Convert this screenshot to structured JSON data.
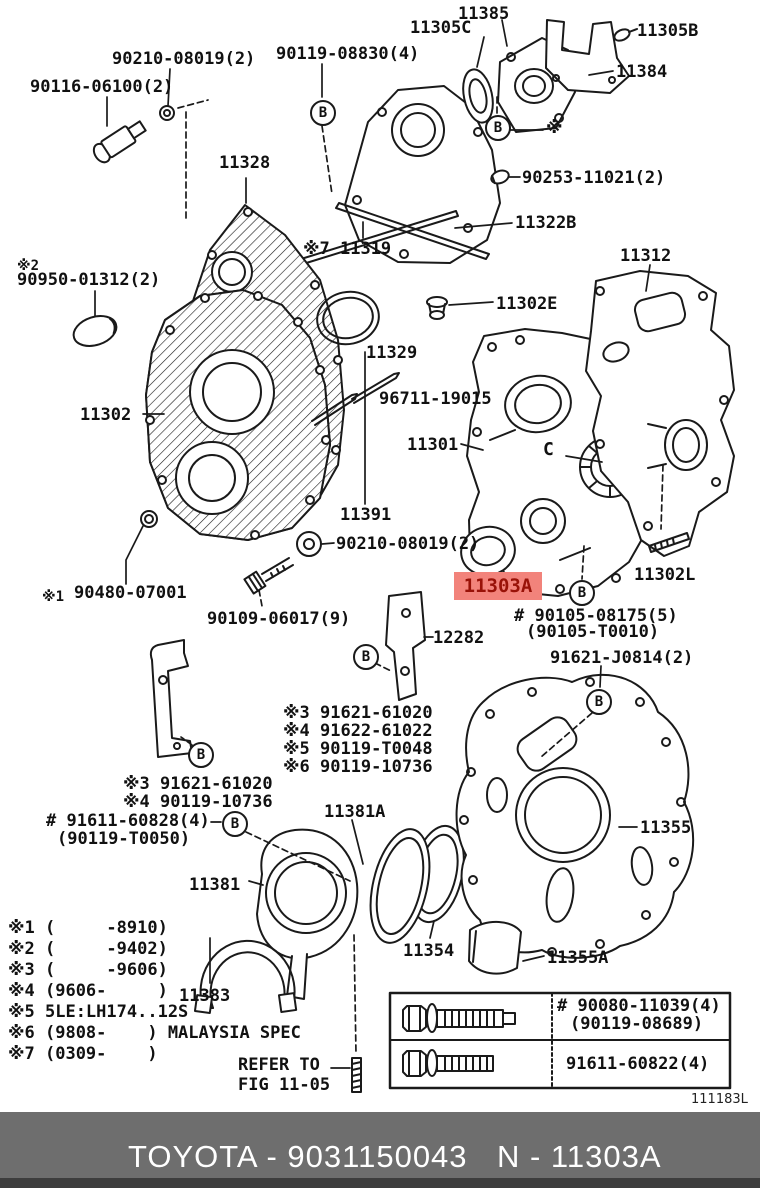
{
  "colors": {
    "highlight_bg": "#f2837b",
    "highlight_text": "#991208",
    "footer_bg": "#6e6e6e",
    "footer_strip": "#3d3d3d",
    "ink": "#1a1a1a"
  },
  "parts": {
    "bolt_90210_top": "90210-08019(2)",
    "bolt_90119_08830": "90119-08830(4)",
    "sensor_90116": "90116-06100(2)",
    "p11385": "11385",
    "p11305C": "11305C",
    "p11305B": "11305B",
    "p11384": "11384",
    "plug_90253": "90253-11021(2)",
    "p11322B": "11322B",
    "p11328": "11328",
    "p11319": "※7 11319",
    "p11312": "11312",
    "s2": "※2",
    "plug_90950": "90950-01312(2)",
    "p11302E": "11302E",
    "p11329": "11329",
    "pin_96711": "96711-19015",
    "p11302": "11302",
    "p11301": "11301",
    "p11391": "11391",
    "seal_90210_mid": "90210-08019(2)",
    "p11303A": "11303A",
    "p11302L": "11302L",
    "bolt_90105": "# 90105-08175(5)",
    "bolt_90105_alt": "(90105-T0010)",
    "bolt_91621J": "91621-J0814(2)",
    "p12282": "12282",
    "bolt_90109": "90109-06017(9)",
    "s1": "※1",
    "grommet_90480": "90480-07001",
    "group_right": [
      "※3 91621-61020",
      "※4 91622-61022",
      "※5 90119-T0048",
      "※6 90119-10736"
    ],
    "group_left": [
      "※3 91621-61020",
      "※4 90119-10736"
    ],
    "bolt_91611": "# 91611-60828(4)",
    "bolt_91611_alt": "(90119-T0050)",
    "p11381A": "11381A",
    "p11381": "11381",
    "p11383": "11383",
    "p11354": "11354",
    "p11355": "11355",
    "p11355A": "11355A"
  },
  "callouts": {
    "b": "B",
    "c": "C",
    "ref": "※"
  },
  "legend": {
    "rows": [
      "※1 (     -8910)",
      "※2 (     -9402)",
      "※3 (     -9606)",
      "※4 (9606-     )",
      "※5 5LE:LH174..12S",
      "※6 (9808-    ) MALAYSIA SPEC",
      "※7 (0309-    )"
    ]
  },
  "note": {
    "line1": "REFER TO",
    "line2": "FIG 11-05"
  },
  "fastener_table": {
    "row1_part": "# 90080-11039(4)",
    "row1_alt": "(90119-08689)",
    "row2_part": "91611-60822(4)"
  },
  "sheet_code": "111183L",
  "footer": {
    "left": "TOYOTA - 9031150043",
    "right": "N - 11303A"
  }
}
